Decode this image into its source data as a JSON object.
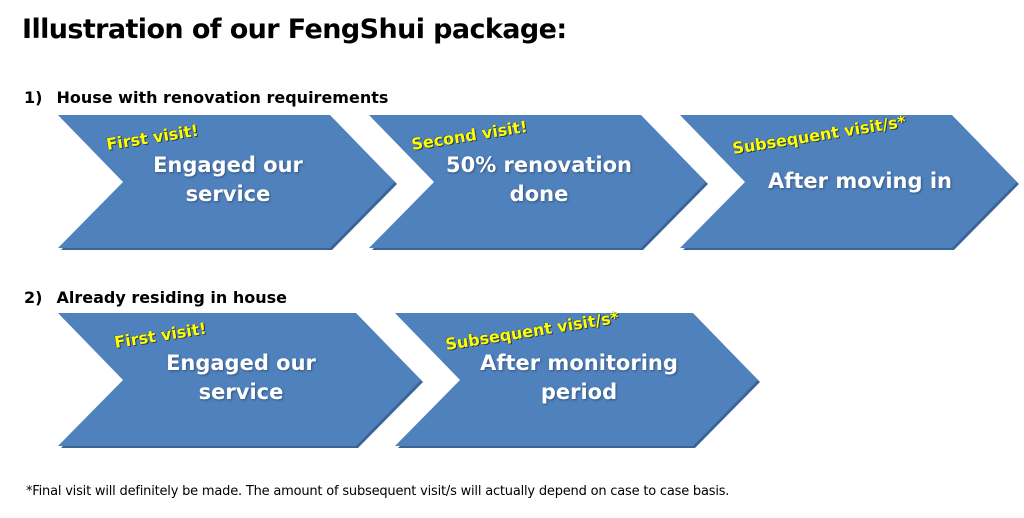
{
  "title": "Illustration of our FengShui package:",
  "colors": {
    "chevron_fill": "#4f81bd",
    "chevron_shadow": "#3b6396",
    "visit_tag": "#ffff00"
  },
  "sections": [
    {
      "number": "1)",
      "label": "House with renovation requirements",
      "steps": [
        {
          "tag": "First visit!",
          "line1": "Engaged our",
          "line2": "service"
        },
        {
          "tag": "Second visit!",
          "line1": "50% renovation",
          "line2": "done"
        },
        {
          "tag": "Subsequent visit/s*",
          "line1": "After moving in",
          "line2": ""
        }
      ]
    },
    {
      "number": "2)",
      "label": "Already residing in house",
      "steps": [
        {
          "tag": "First visit!",
          "line1": "Engaged our",
          "line2": "service"
        },
        {
          "tag": "Subsequent visit/s*",
          "line1": "After monitoring",
          "line2": "period"
        }
      ]
    }
  ],
  "footnote": "*Final visit will definitely be made. The amount of subsequent visit/s will actually depend on case to case basis."
}
